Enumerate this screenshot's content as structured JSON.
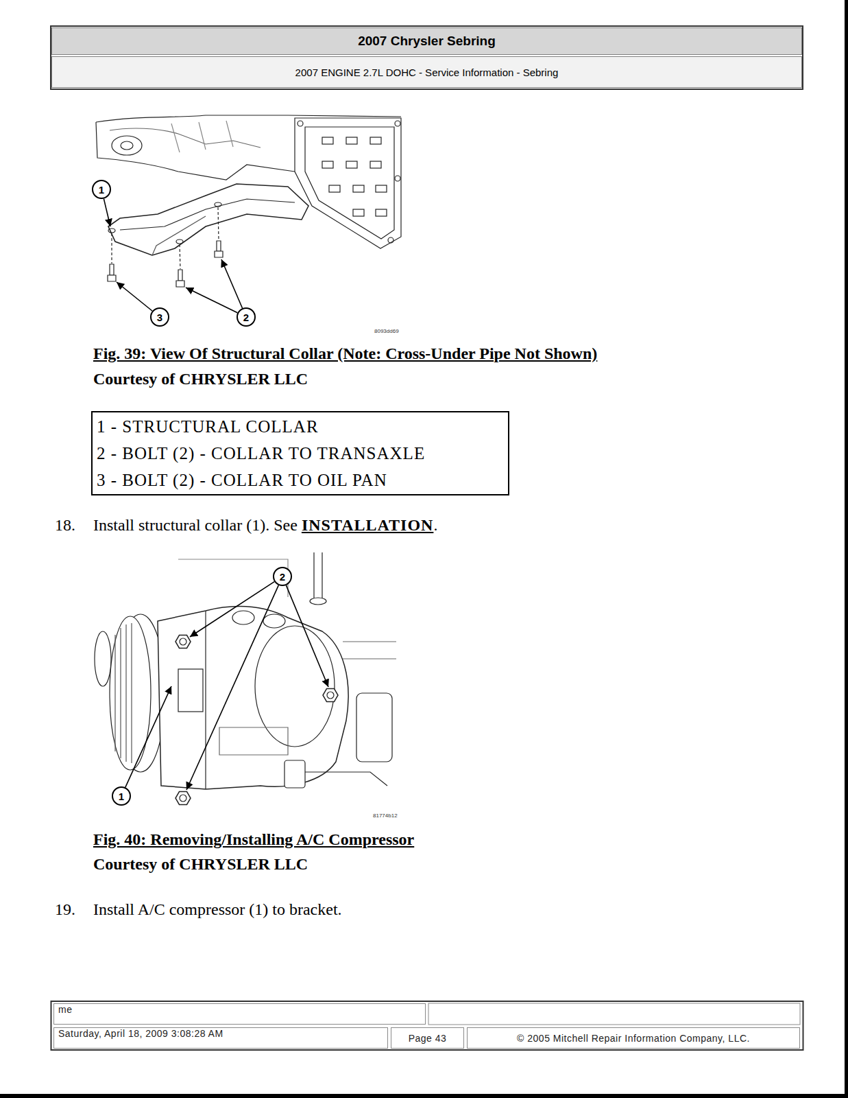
{
  "diagram": {
    "nodes": [
      {
        "text": [
          "2007 Chrysler Sebring"
        ]
      },
      {
        "text": [
          "2007 ENGINE 2.7L DOHC - Service Information - Sebring"
        ]
      },
      {
        "text": [
          "1"
        ]
      },
      {
        "text": [
          "3"
        ]
      },
      {
        "text": [
          "2"
        ]
      },
      {
        "text": [
          "1 - STRUCTURAL COLLAR",
          "2 - BOLT (2) - COLLAR TO TRANSAXLE",
          "3 - BOLT (2) - COLLAR TO OIL PAN"
        ]
      },
      {
        "text": [
          "2"
        ]
      },
      {
        "text": [
          "1"
        ]
      },
      {
        "text": [
          "me"
        ]
      },
      {
        "text": [
          "Saturday, April 18, 2009 3:08:28 AM"
        ]
      },
      {
        "text": [
          "Page 43"
        ]
      },
      {
        "text": [
          "© 2005 Mitchell Repair Information Company, LLC."
        ]
      }
    ],
    "labels": [
      "8093dd69",
      "Fig. 39: View Of Structural Collar (Note: Cross-Under Pipe Not Shown)",
      "Courtesy of CHRYSLER LLC",
      "18.",
      "Install structural collar (1). See",
      "INSTALLATION",
      ".",
      "81774b12",
      "Fig. 40: Removing/Installing A/C Compressor",
      "Courtesy of CHRYSLER LLC",
      "19.",
      "Install A/C compressor (1) to bracket."
    ]
  }
}
